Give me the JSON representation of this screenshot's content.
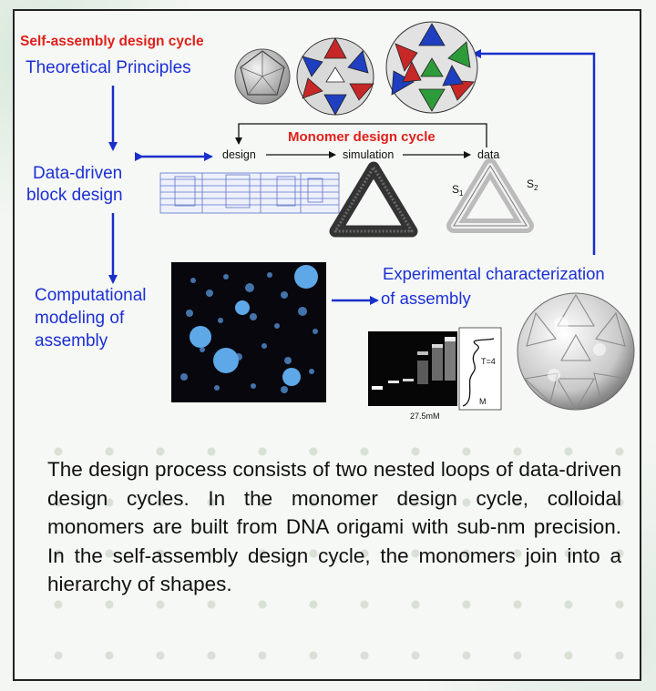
{
  "diagram": {
    "outer_cycle_title": "Self-assembly design cycle",
    "inner_cycle_title": "Monomer design cycle",
    "nodes": {
      "theoretical": "Theoretical Principles",
      "data_driven_line1": "Data-driven",
      "data_driven_line2": "block design",
      "computational_line1": "Computational",
      "computational_line2": "modeling of",
      "computational_line3": "assembly",
      "experimental_line1": "Experimental characterization",
      "experimental_line2": "of assembly"
    },
    "inner_steps": {
      "design": "design",
      "simulation": "simulation",
      "data": "data"
    },
    "triangle_labels": {
      "s1_base": "S",
      "s1_sub": "1",
      "s2_base": "S",
      "s2_sub": "2"
    },
    "gel_labels": {
      "t4": "T=4",
      "m": "M",
      "concentration": "27.5mM"
    },
    "colors": {
      "red_title": "#e0201b",
      "blue_text": "#1b2fd6",
      "arrow_blue": "#1a2fc9"
    }
  },
  "caption": "The design process consists of two nested loops of data-driven design cycles. In the monomer design cycle, colloidal monomers are built from DNA origami with sub-nm precision. In the self-assembly design cycle, the monomers join into a hierarchy of shapes."
}
